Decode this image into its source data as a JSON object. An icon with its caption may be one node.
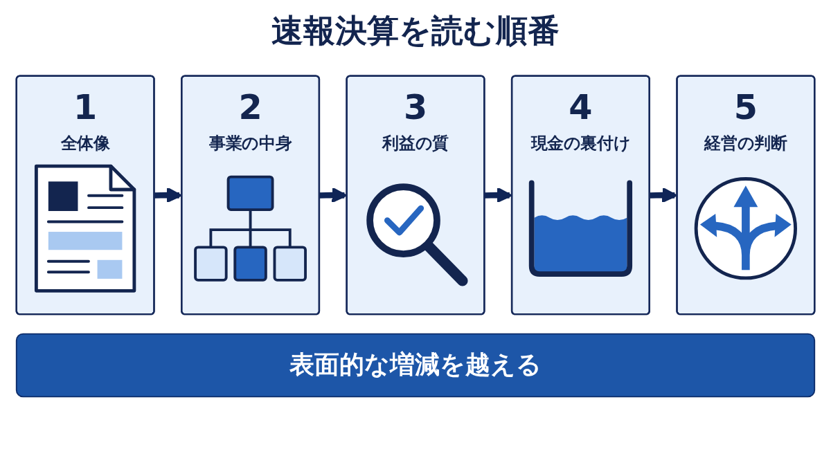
{
  "diagram": {
    "title": "速報決算を読む順番",
    "nodes": [
      {
        "text": [
          "1",
          "全体像"
        ]
      },
      {
        "text": [
          "2",
          "事業の中身"
        ]
      },
      {
        "text": [
          "3",
          "利益の質"
        ]
      },
      {
        "text": [
          "4",
          "現金の裏付け"
        ]
      },
      {
        "text": [
          "5",
          "経営の判断"
        ]
      },
      {
        "text": [
          "表面的な増減を越える"
        ]
      }
    ],
    "edges": [
      {
        "from": 0,
        "to": 1,
        "arrow": "to"
      },
      {
        "from": 1,
        "to": 2,
        "arrow": "to"
      },
      {
        "from": 2,
        "to": 3,
        "arrow": "to"
      },
      {
        "from": 3,
        "to": 4,
        "arrow": "to"
      }
    ]
  }
}
